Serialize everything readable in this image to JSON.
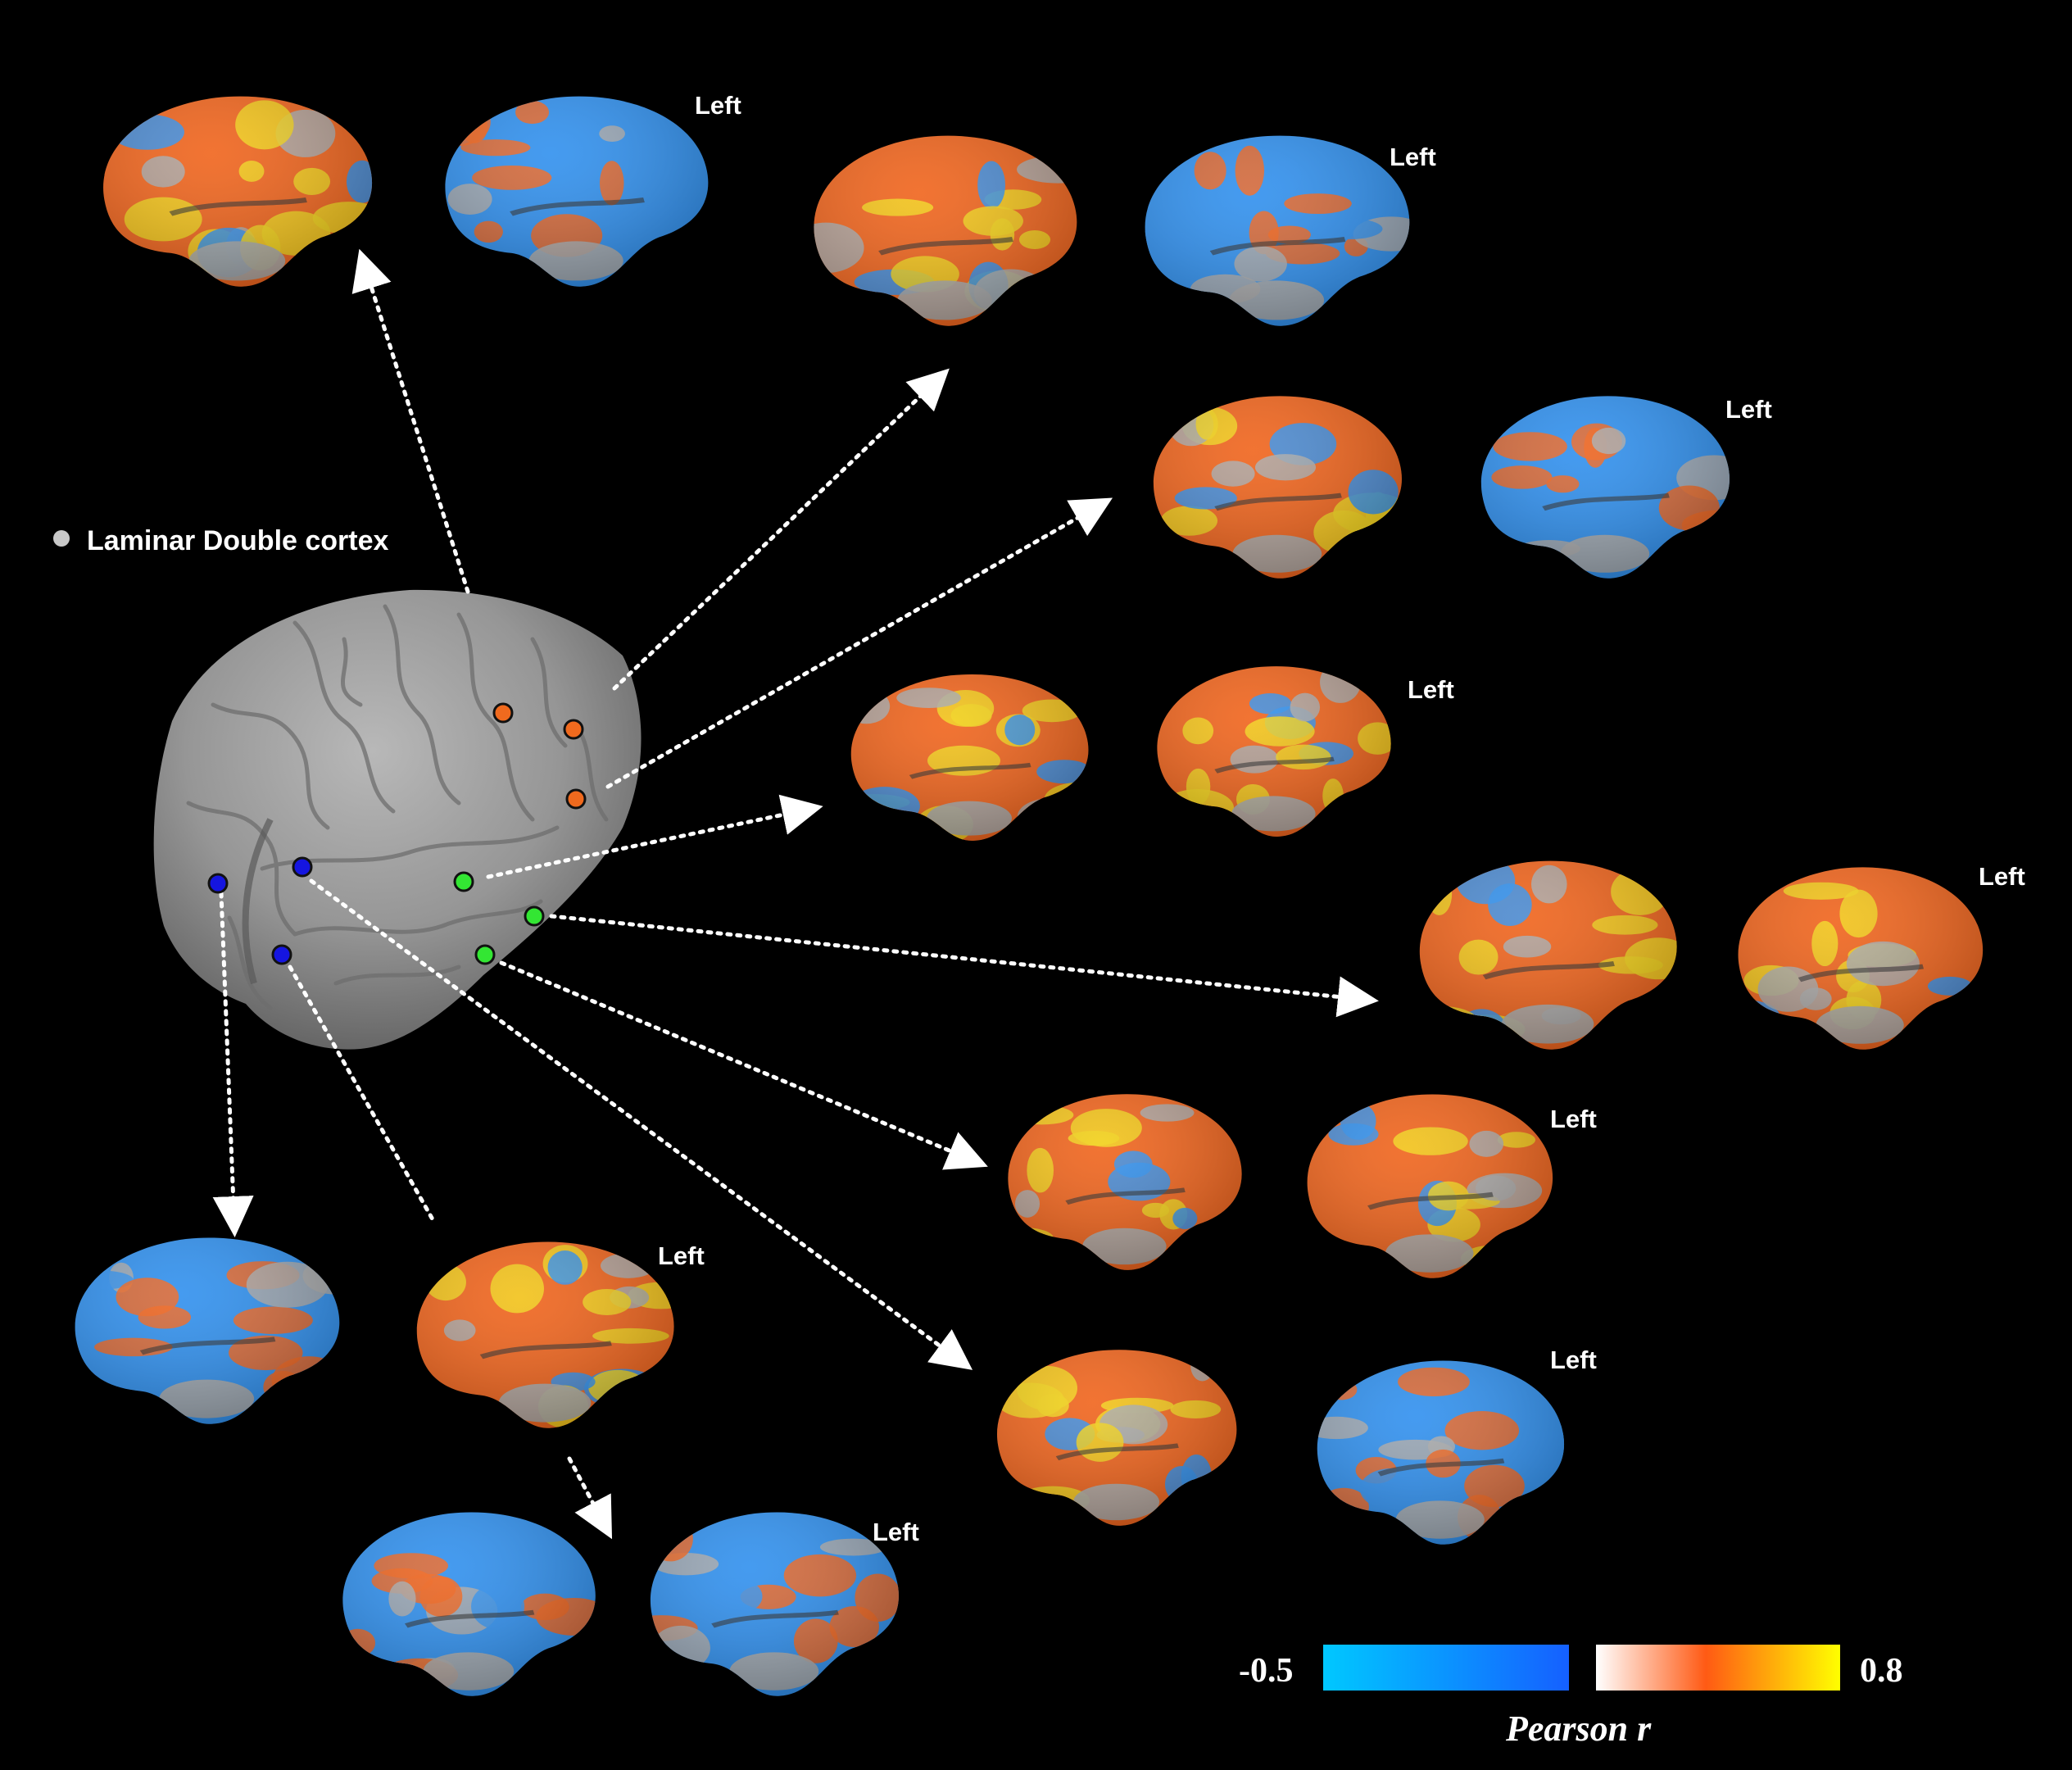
{
  "legend": {
    "dot_label": "Laminar Double cortex",
    "dot_color": "#c8c8c8"
  },
  "hemisphere_label": "Left",
  "seed_colors": {
    "frontal": "#f06a1e",
    "temporal": "#33e633",
    "occipital": "#1515e0"
  },
  "colorbar": {
    "title": "Pearson r",
    "min_label": "-0.5",
    "max_label": "0.8",
    "negative_colors": [
      "#00c8ff",
      "#1560ff"
    ],
    "positive_colors": [
      "#ffffff",
      "#ff5a14",
      "#ffff00"
    ]
  },
  "map_colors": {
    "positive": "#f0641c",
    "strong": "#f2d21a",
    "negative": "#3090ee",
    "cortex": "#a9a9a9"
  }
}
